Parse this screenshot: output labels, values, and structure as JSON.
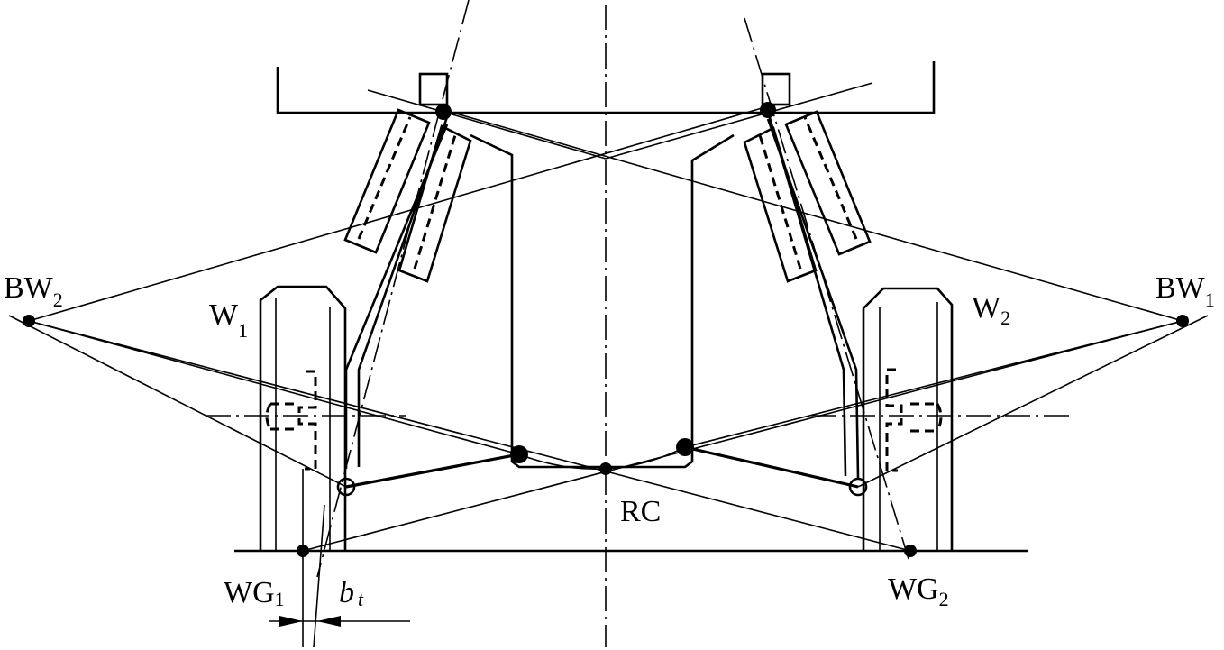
{
  "labels": {
    "bw2": {
      "main": "BW",
      "sub": "2"
    },
    "bw1": {
      "main": "BW",
      "sub": "1"
    },
    "w1": {
      "main": "W",
      "sub": "1"
    },
    "w2": {
      "main": "W",
      "sub": "2"
    },
    "rc": "RC",
    "wg1": {
      "main": "WG",
      "sub": "1"
    },
    "wg2": {
      "main": "WG",
      "sub": "2"
    },
    "bt": {
      "main": "b",
      "sub": "t"
    }
  }
}
